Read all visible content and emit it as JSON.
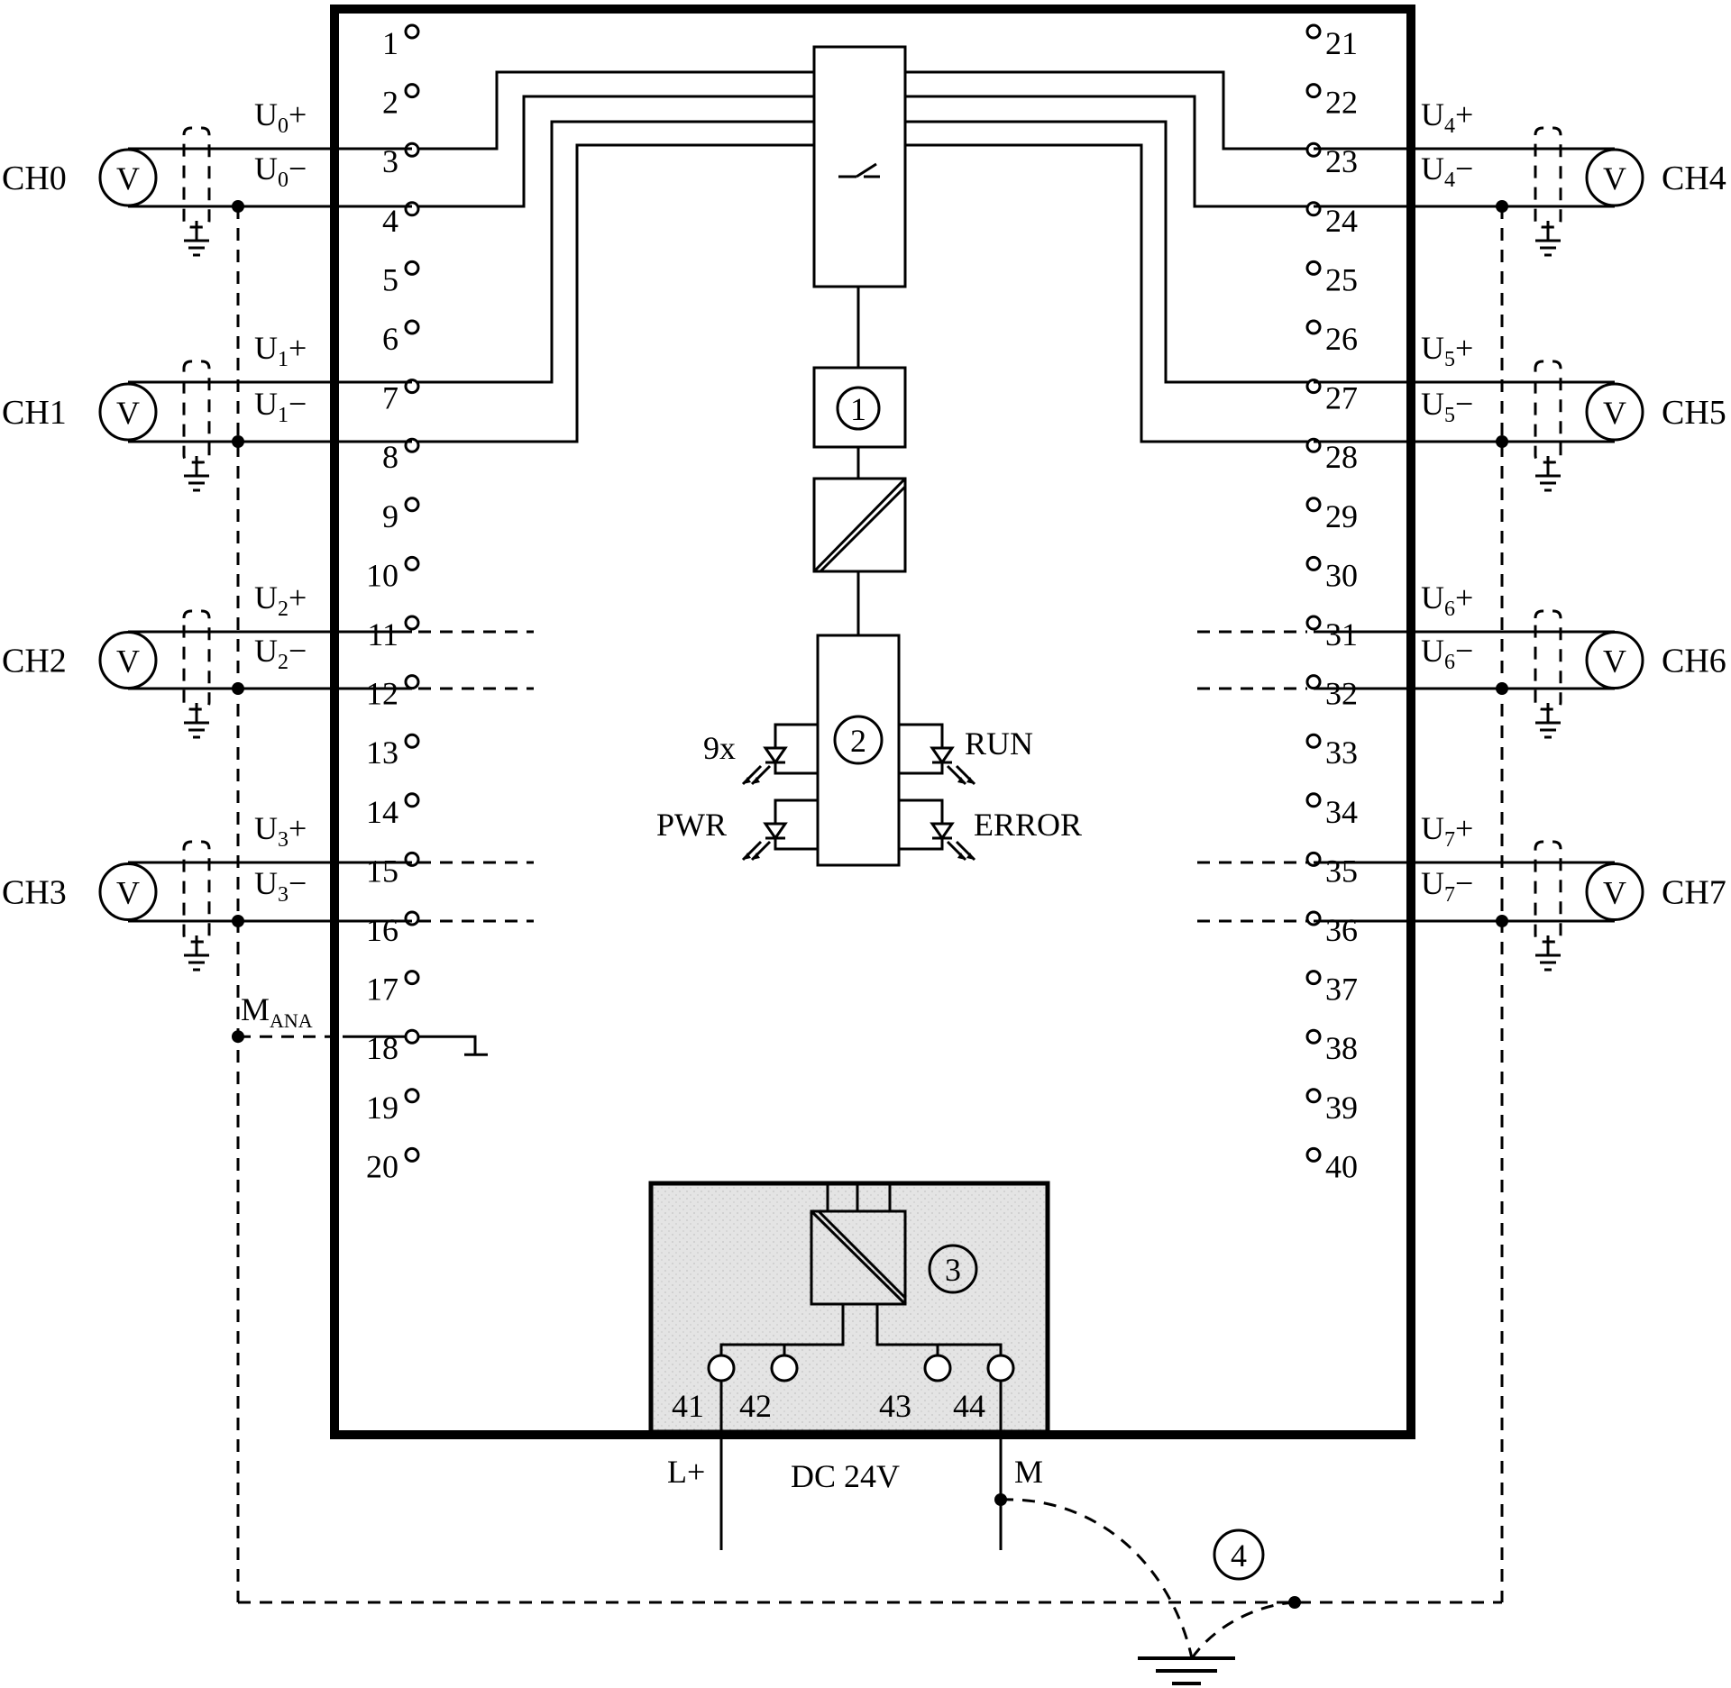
{
  "left_channels": [
    {
      "name": "CH0",
      "plus": {
        "base": "U",
        "sub": "0",
        "sign": "+"
      },
      "minus": {
        "base": "U",
        "sub": "0",
        "sign": "−"
      }
    },
    {
      "name": "CH1",
      "plus": {
        "base": "U",
        "sub": "1",
        "sign": "+"
      },
      "minus": {
        "base": "U",
        "sub": "1",
        "sign": "−"
      }
    },
    {
      "name": "CH2",
      "plus": {
        "base": "U",
        "sub": "2",
        "sign": "+"
      },
      "minus": {
        "base": "U",
        "sub": "2",
        "sign": "−"
      }
    },
    {
      "name": "CH3",
      "plus": {
        "base": "U",
        "sub": "3",
        "sign": "+"
      },
      "minus": {
        "base": "U",
        "sub": "3",
        "sign": "−"
      }
    }
  ],
  "right_channels": [
    {
      "name": "CH4",
      "plus": {
        "base": "U",
        "sub": "4",
        "sign": "+"
      },
      "minus": {
        "base": "U",
        "sub": "4",
        "sign": "−"
      }
    },
    {
      "name": "CH5",
      "plus": {
        "base": "U",
        "sub": "5",
        "sign": "+"
      },
      "minus": {
        "base": "U",
        "sub": "5",
        "sign": "−"
      }
    },
    {
      "name": "CH6",
      "plus": {
        "base": "U",
        "sub": "6",
        "sign": "+"
      },
      "minus": {
        "base": "U",
        "sub": "6",
        "sign": "−"
      }
    },
    {
      "name": "CH7",
      "plus": {
        "base": "U",
        "sub": "7",
        "sign": "+"
      },
      "minus": {
        "base": "U",
        "sub": "7",
        "sign": "−"
      }
    }
  ],
  "meter_symbol": "V",
  "left_terminals": [
    "1",
    "2",
    "3",
    "4",
    "5",
    "6",
    "7",
    "8",
    "9",
    "10",
    "11",
    "12",
    "13",
    "14",
    "15",
    "16",
    "17",
    "18",
    "19",
    "20"
  ],
  "right_terminals": [
    "21",
    "22",
    "23",
    "24",
    "25",
    "26",
    "27",
    "28",
    "29",
    "30",
    "31",
    "32",
    "33",
    "34",
    "35",
    "36",
    "37",
    "38",
    "39",
    "40"
  ],
  "mana": {
    "base": "M",
    "sub": "ANA"
  },
  "callouts": [
    "1",
    "2",
    "3",
    "4"
  ],
  "leds": {
    "top_left": "9x",
    "top_right": "RUN",
    "bottom_left": "PWR",
    "bottom_right": "ERROR"
  },
  "power_terminals": [
    "41",
    "42",
    "43",
    "44"
  ],
  "supply": {
    "plus": "L+",
    "label": "DC 24V",
    "minus": "M"
  }
}
